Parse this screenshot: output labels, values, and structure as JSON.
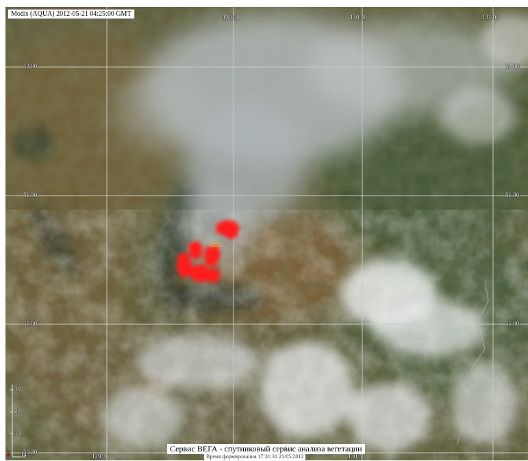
{
  "caption": {
    "title": "Modis (AQUA) 2012-05-21 04:25:00 GMT"
  },
  "grid": {
    "longitudes": [
      {
        "label": "130 00",
        "value": "130°00'"
      },
      {
        "label": "130 30",
        "value": "130°30'"
      },
      {
        "label": "131 00",
        "value": "131°00'"
      }
    ],
    "latitudes": [
      {
        "label": "52 00",
        "value": "52°00'"
      },
      {
        "label": "51 30",
        "value": "51°30'"
      },
      {
        "label": "51 00",
        "value": "51°00'"
      },
      {
        "label": "50 30",
        "value": "50°30'"
      }
    ],
    "bottom_lon_label": "129 30",
    "bottom_lon_label_right": "130 30",
    "grid_color": "#c8c8c8"
  },
  "scale": {
    "ticks": [
      "30",
      "20",
      "10"
    ],
    "zero_label": "0",
    "end_label": "14"
  },
  "footer": {
    "service_text": "Сервис ВЕГА - спутниковый сервис анализа вегетации",
    "time_text": "Время формирования 17:31:31 21/05/2012"
  },
  "fire_color": "#ff1a1a",
  "fire_outline_color": "#ffaa00"
}
